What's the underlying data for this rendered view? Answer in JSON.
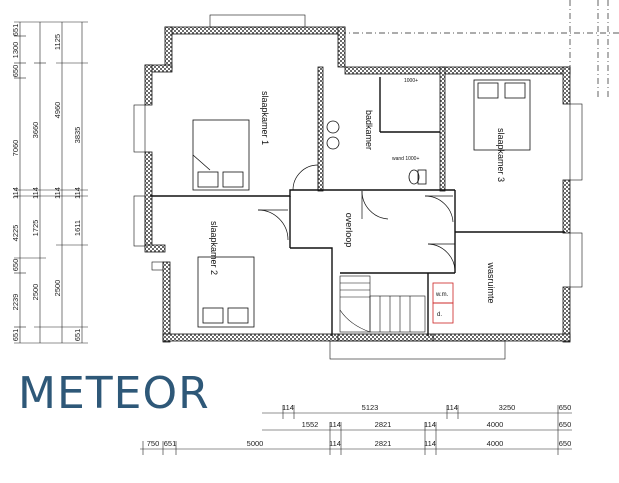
{
  "brand": {
    "logo_text": "METEOR",
    "color": "#2e5878"
  },
  "rooms": {
    "slaapkamer1": "slaapkamer 1",
    "slaapkamer2": "slaapkamer 2",
    "slaapkamer3": "slaapkamer 3",
    "badkamer": "badkamer",
    "overloop": "overloop",
    "wasruimte": "wasruimte"
  },
  "fixtures": {
    "shower_size": "1000+",
    "toilet_label": "wand 1000+",
    "wm_label": "w.m.",
    "dryer_label": "d."
  },
  "left_dims": {
    "col1": [
      "651",
      "1300",
      "650",
      "7060",
      "114",
      "4225",
      "650",
      "2239",
      "651"
    ],
    "col2": [
      "3660",
      "114",
      "1725",
      "2500"
    ],
    "col3": [
      "1125",
      "4960",
      "114",
      "2500"
    ],
    "col4": [
      "3835",
      "114",
      "1611",
      "651"
    ]
  },
  "bottom_dims": {
    "row1": [
      "114",
      "5123",
      "114",
      "3250",
      "650"
    ],
    "row2": [
      "1552",
      "114",
      "2821",
      "114",
      "4000",
      "650"
    ],
    "row3": [
      "750",
      "651",
      "5000",
      "114",
      "2821",
      "114",
      "4000",
      "650"
    ]
  },
  "colors": {
    "wall_fill": "#9a9a9a",
    "line": "#111111",
    "appliance": "#cc2222"
  }
}
